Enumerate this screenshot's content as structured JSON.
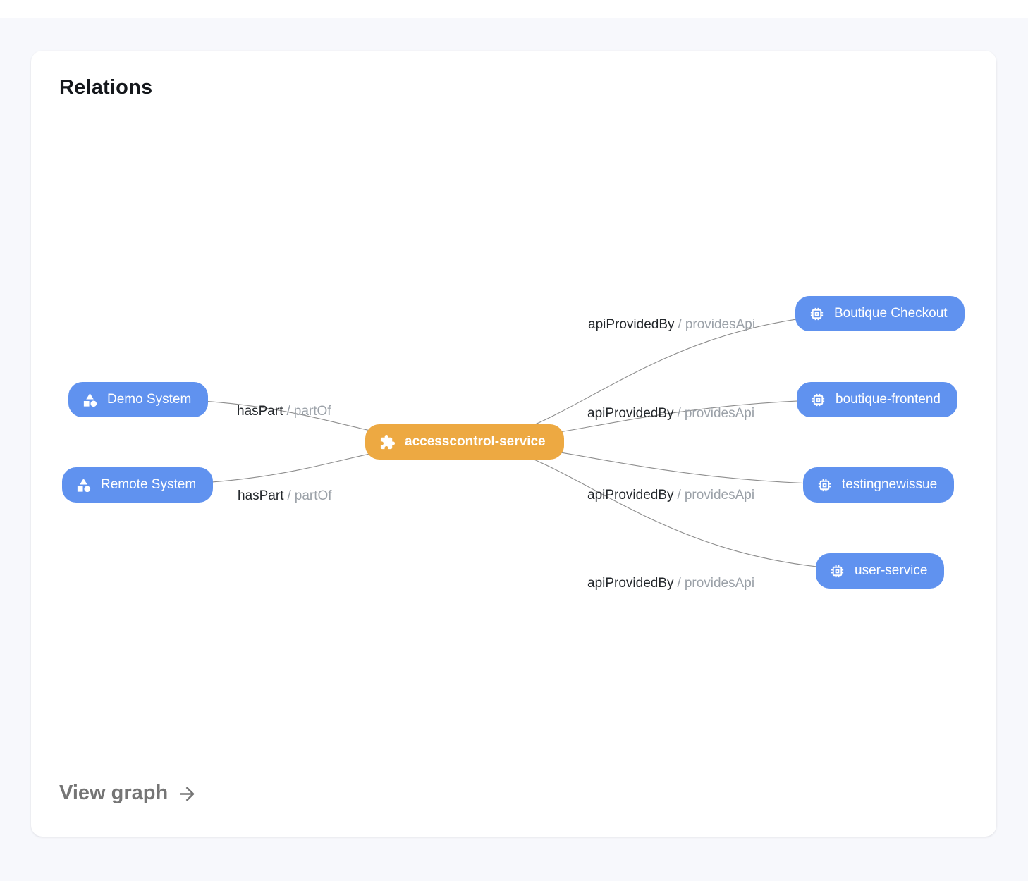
{
  "card": {
    "title": "Relations",
    "view_graph": {
      "label": "View graph"
    }
  },
  "colors": {
    "node_blue": "#6092EF",
    "node_orange": "#EDA942",
    "edge_line": "#8E8E8E",
    "edge_label_primary": "#23272B",
    "edge_label_secondary": "#9BA1A8",
    "page_background": "#F7F8FC",
    "card_background": "#FFFFFF",
    "node_text": "#FFFFFF"
  },
  "graph": {
    "center_node": {
      "label": "accesscontrol-service",
      "icon": "puzzle-icon",
      "color": "#EDA942"
    },
    "source_nodes": [
      {
        "label": "Demo System",
        "icon": "system-shapes-icon",
        "color": "#6092EF"
      },
      {
        "label": "Remote System",
        "icon": "system-shapes-icon",
        "color": "#6092EF"
      }
    ],
    "target_nodes": [
      {
        "label": "Boutique Checkout",
        "icon": "chip-icon",
        "color": "#6092EF"
      },
      {
        "label": "boutique-frontend",
        "icon": "chip-icon",
        "color": "#6092EF"
      },
      {
        "label": "testingnewissue",
        "icon": "chip-icon",
        "color": "#6092EF"
      },
      {
        "label": "user-service",
        "icon": "chip-icon",
        "color": "#6092EF"
      }
    ],
    "edges": [
      {
        "from": "Demo System",
        "to": "accesscontrol-service",
        "primary": "hasPart",
        "separator": "/",
        "secondary": "partOf"
      },
      {
        "from": "Remote System",
        "to": "accesscontrol-service",
        "primary": "hasPart",
        "separator": "/",
        "secondary": "partOf"
      },
      {
        "from": "accesscontrol-service",
        "to": "Boutique Checkout",
        "primary": "apiProvidedBy",
        "separator": "/",
        "secondary": "providesApi"
      },
      {
        "from": "accesscontrol-service",
        "to": "boutique-frontend",
        "primary": "apiProvidedBy",
        "separator": "/",
        "secondary": "providesApi"
      },
      {
        "from": "accesscontrol-service",
        "to": "testingnewissue",
        "primary": "apiProvidedBy",
        "separator": "/",
        "secondary": "providesApi"
      },
      {
        "from": "accesscontrol-service",
        "to": "user-service",
        "primary": "apiProvidedBy",
        "separator": "/",
        "secondary": "providesApi"
      }
    ]
  }
}
